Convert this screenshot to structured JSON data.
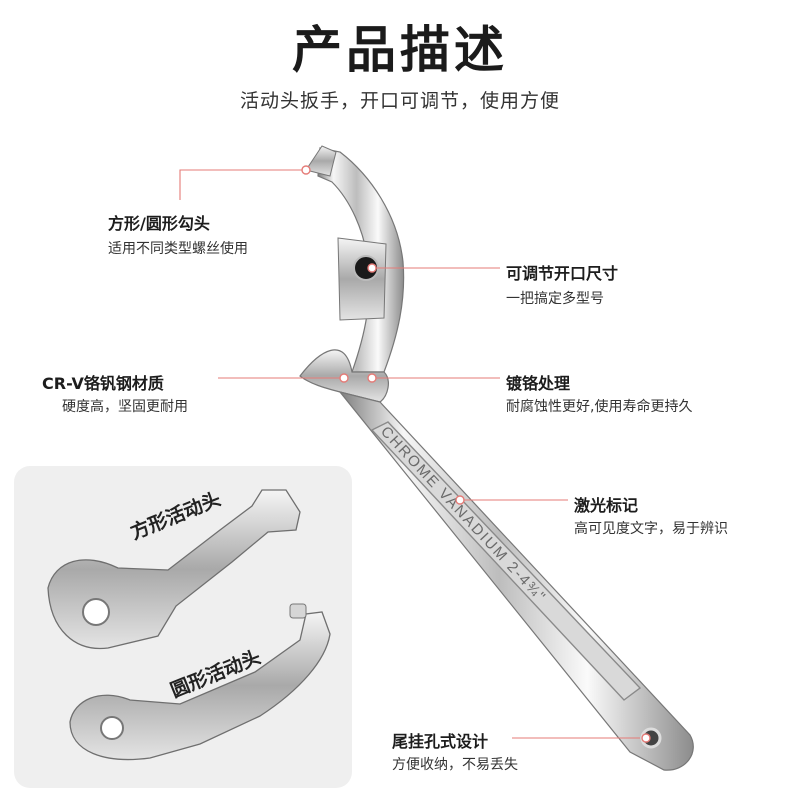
{
  "header": {
    "title": "产品描述",
    "subtitle": "活动头扳手，开口可调节，使用方便"
  },
  "callouts": [
    {
      "id": "hook-head",
      "title": "方形/圆形勾头",
      "desc": "适用不同类型螺丝使用"
    },
    {
      "id": "adjustable",
      "title": "可调节开口尺寸",
      "desc": "一把搞定多型号"
    },
    {
      "id": "material",
      "title": "CR-V铬钒钢材质",
      "desc": "硬度高，坚固更耐用"
    },
    {
      "id": "chrome",
      "title": "镀铬处理",
      "desc": "耐腐蚀性更好,使用寿命更持久"
    },
    {
      "id": "laser",
      "title": "激光标记",
      "desc": "高可见度文字，易于辨识"
    },
    {
      "id": "tail-hole",
      "title": "尾挂孔式设计",
      "desc": "方便收纳，不易丢失"
    }
  ],
  "handle_engraving": "CHROME VANADIUM 2-4¾\"",
  "panel": {
    "square_label": "方形活动头",
    "round_label": "圆形活动头"
  },
  "colors": {
    "accent_line": "#e57b77",
    "steel_light": "#f2f2f2",
    "steel_dark": "#8a8a8a",
    "panel_bg": "#efefef"
  }
}
